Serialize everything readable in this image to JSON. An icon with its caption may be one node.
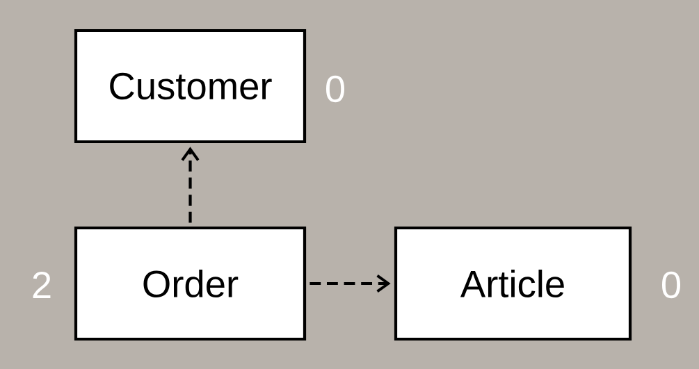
{
  "diagram": {
    "nodes": [
      {
        "text": [
          "Customer"
        ],
        "beside": [
          "0"
        ]
      },
      {
        "text": [
          "Order"
        ],
        "beside": [
          "2"
        ]
      },
      {
        "text": [
          "Article"
        ],
        "beside": [
          "0"
        ]
      }
    ],
    "edges": [
      {
        "from": 1,
        "to": 0,
        "arrow": "to",
        "style": "dashed"
      },
      {
        "from": 1,
        "to": 2,
        "arrow": "to",
        "style": "dashed"
      }
    ]
  }
}
